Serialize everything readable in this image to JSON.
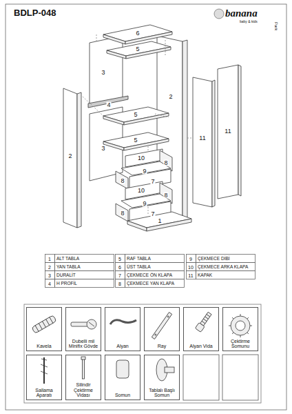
{
  "diagram": {
    "title": "BDLP-048",
    "nodes": [
      {
        "text": [
          "Kavela"
        ]
      },
      {
        "text": [
          "Dubelli mil Minifix Gövde"
        ]
      },
      {
        "text": [
          "Alyan"
        ]
      },
      {
        "text": [
          "Ray"
        ]
      },
      {
        "text": [
          "Alyan Vida"
        ]
      },
      {
        "text": [
          "Çektirme Somunu"
        ]
      },
      {
        "text": [
          "Sallama Aparatı"
        ]
      },
      {
        "text": [
          "Silindir Çektirme Vidası"
        ]
      },
      {
        "text": [
          "Somun"
        ]
      },
      {
        "text": [
          "Tablalı Başlı Somun"
        ]
      }
    ],
    "edges": [],
    "labels": [
      "banana",
      "baby & kids",
      "Park",
      "6",
      "5",
      "3",
      "2",
      "4",
      "2",
      "3",
      "5",
      "5",
      "10",
      "8",
      "9",
      "8",
      "7",
      "10",
      "9",
      "8",
      "8",
      "7",
      "1",
      "11",
      "11",
      "1",
      "ALT TABLA",
      "2",
      "YAN TABLA",
      "3",
      "DURALİT",
      "4",
      "H PROFİL",
      "5",
      "RAF TABLA",
      "6",
      "ÜST TABLA",
      "7",
      "ÇEKMECE ÖN KLAPA",
      "8",
      "ÇEKMECE YAN KLAPA",
      "9",
      "ÇEKMECE DİBİ",
      "10",
      "ÇEKMECE ARKA KLAPA",
      "11",
      "KAPAK"
    ]
  }
}
